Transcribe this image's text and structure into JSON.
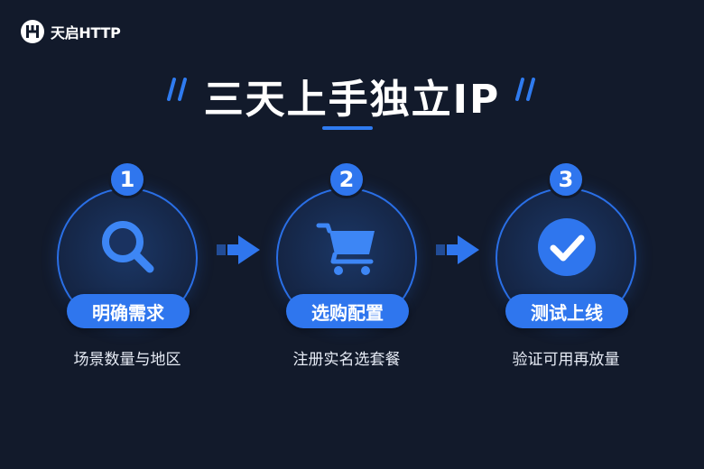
{
  "brand": {
    "name": "天启HTTP"
  },
  "headline": {
    "title": "三天上手独立IP"
  },
  "steps": [
    {
      "number": "1",
      "label": "明确需求",
      "description": "场景数量与地区",
      "icon": "search-icon"
    },
    {
      "number": "2",
      "label": "选购配置",
      "description": "注册实名选套餐",
      "icon": "cart-icon"
    },
    {
      "number": "3",
      "label": "测试上线",
      "description": "验证可用再放量",
      "icon": "check-circle-icon"
    }
  ],
  "colors": {
    "background": "#121a2b",
    "accent": "#2f76ee",
    "ring": "#2a6fe6",
    "text": "#ffffff"
  }
}
